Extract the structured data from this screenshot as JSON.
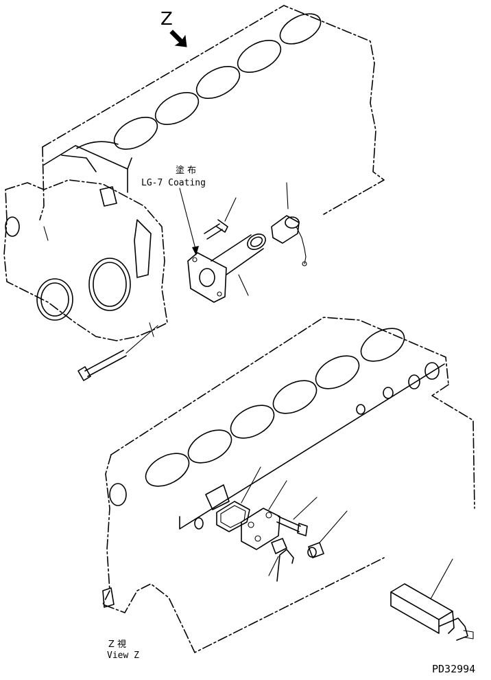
{
  "labels": {
    "view_letter": "Z",
    "coating_jp": "塗 布",
    "coating_en": "LG-7 Coating",
    "view_caption_jp": "Z 視",
    "view_caption_en": "View Z",
    "drawing_number": "PD32994"
  }
}
